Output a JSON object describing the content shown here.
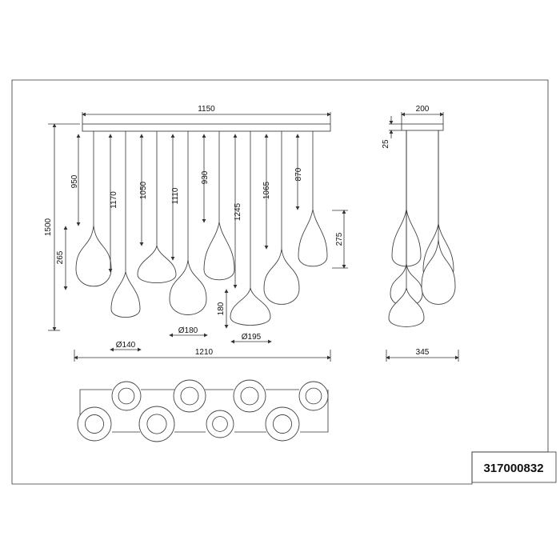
{
  "drawing": {
    "part_number": "317000832",
    "front_view": {
      "bar_width": "1150",
      "total_height": "1500",
      "total_width": "1210",
      "cable_lengths": [
        "950",
        "1170",
        "1050",
        "1110",
        "930",
        "1245",
        "1065",
        "870"
      ],
      "shade_heights": {
        "left": "265",
        "right": "275",
        "flat": "180"
      },
      "diameters": [
        "Ø140",
        "Ø180",
        "Ø195"
      ]
    },
    "side_view": {
      "canopy_width": "200",
      "canopy_height": "25",
      "depth": "345"
    }
  }
}
